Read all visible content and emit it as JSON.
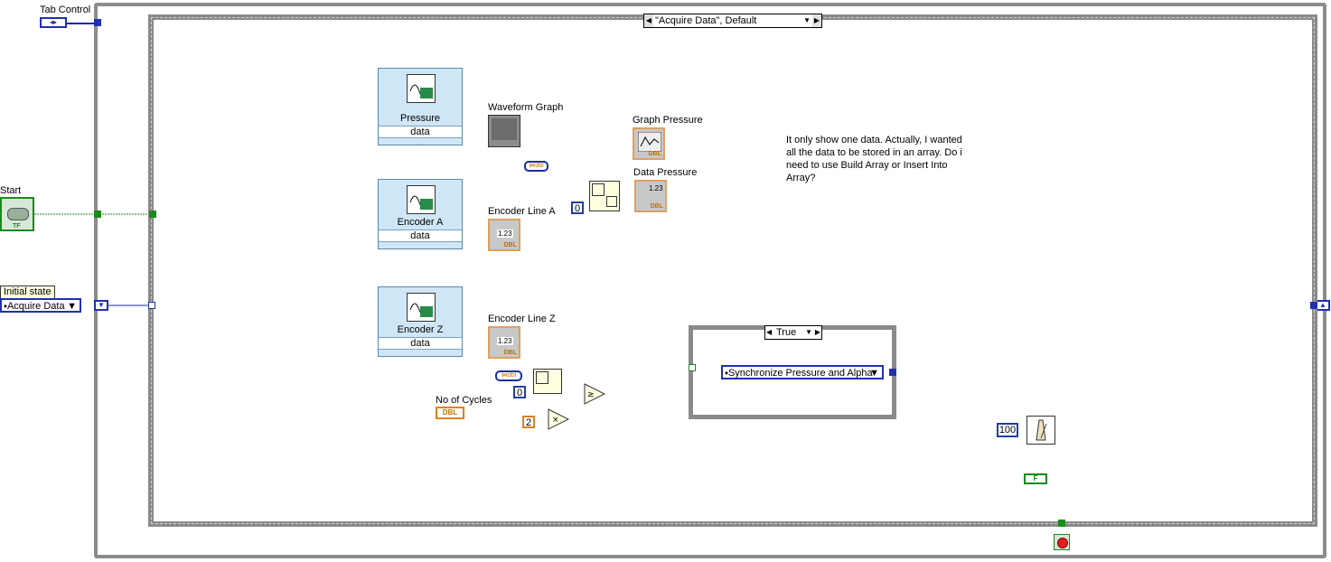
{
  "outside": {
    "tab_control_label": "Tab Control",
    "start_label": "Start",
    "start_terminal": "TF",
    "initial_state_label": "Initial state",
    "initial_state_value": "Acquire Data"
  },
  "case_structure": {
    "selector_value": "\"Acquire Data\", Default"
  },
  "daq_assistants": [
    {
      "name": "Pressure",
      "output": "data"
    },
    {
      "name": "Encoder A",
      "output": "data"
    },
    {
      "name": "Encoder Z",
      "output": "data"
    }
  ],
  "indicators": {
    "waveform_graph": "Waveform Graph",
    "graph_pressure": "Graph Pressure",
    "data_pressure": "Data Pressure",
    "encoder_line_a": "Encoder Line A",
    "encoder_line_z": "Encoder Line Z",
    "numeric_glyph": "1.23",
    "dbl_tag": "DBL"
  },
  "controls": {
    "no_of_cycles": "No of Cycles",
    "no_of_cycles_type": "DBL"
  },
  "constants": {
    "index_zero_top": "0",
    "index_zero_bottom": "0",
    "two": "2",
    "wait_ms": "100"
  },
  "inner_case": {
    "selector_value": "True",
    "enum_value": "Synchronize Pressure and Alpha"
  },
  "comment": {
    "line1": "It only show one data. Actually, I wanted",
    "line2": "all the data to be stored in an array. Do i",
    "line3": "need to use Build Array or Insert Into",
    "line4": "Array?"
  },
  "stop_constant": "F",
  "colors": {
    "dynamic_wire": "#1a2ea0",
    "double_wire": "#e08020",
    "boolean_wire": "#1a8a1a",
    "enum_wire": "#1a2ea0",
    "daq_background": "#cfe6f7"
  }
}
